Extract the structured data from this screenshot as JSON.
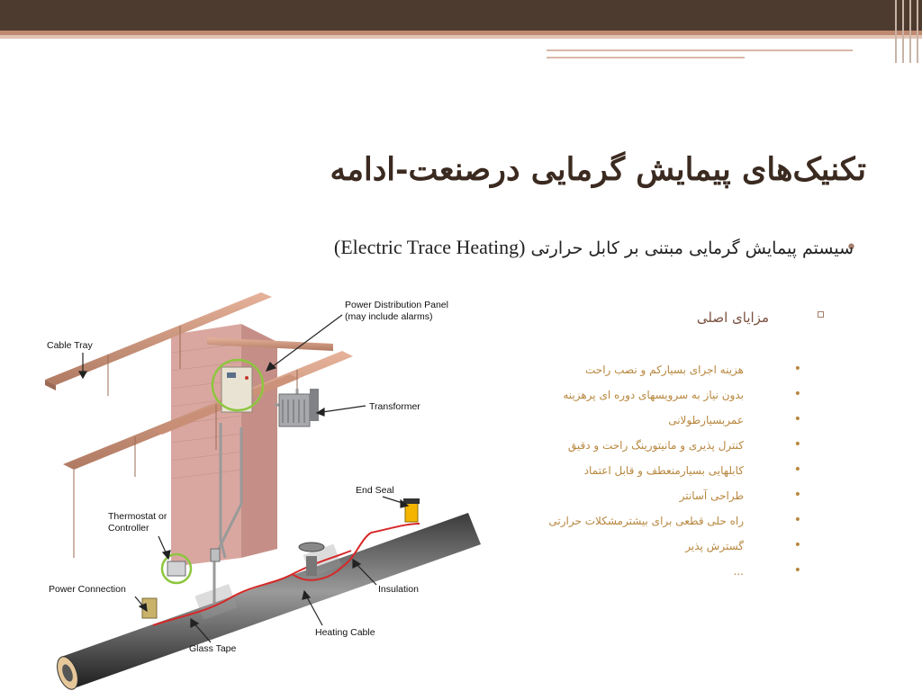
{
  "slide": {
    "title": "تکنیک‌های پیمایش گرمایی درصنعت-ادامه",
    "main_bullet": {
      "text_fa": "سیستم پیمایش گرمایی مبتنی بر کابل حرارتی",
      "text_en": "(Electric Trace Heating)"
    },
    "sub_heading": "مزایای اصلی",
    "items": [
      "هزینه اجرای بسیارکم و نصب راحت",
      "بدون نیاز به سرویسهای دوره ای پرهزینه",
      "عمربسیارطولانی",
      "کنترل پذیری و مانیتورینگ راحت و دقیق",
      "کابلهایی بسیارمنعطف و قابل اعتماد",
      "طراحی آسانتر",
      "راه حلی قطعی برای بیشترمشکلات حرارتی",
      "گسترش پذیر",
      "..."
    ]
  },
  "diagram": {
    "labels": {
      "cable_tray": "Cable Tray",
      "power_panel_1": "Power Distribution Panel",
      "power_panel_2": "(may include alarms)",
      "transformer": "Transformer",
      "end_seal": "End Seal",
      "thermostat_1": "Thermostat or",
      "thermostat_2": "Controller",
      "power_connection": "Power Connection",
      "insulation": "Insulation",
      "glass_tape": "Glass Tape",
      "heating_cable": "Heating Cable"
    }
  },
  "colors": {
    "header_brown": "#4d3b2f",
    "accent_stripe": "#c08a72",
    "title_text": "#3b2a20",
    "list_text": "#b8873f"
  }
}
